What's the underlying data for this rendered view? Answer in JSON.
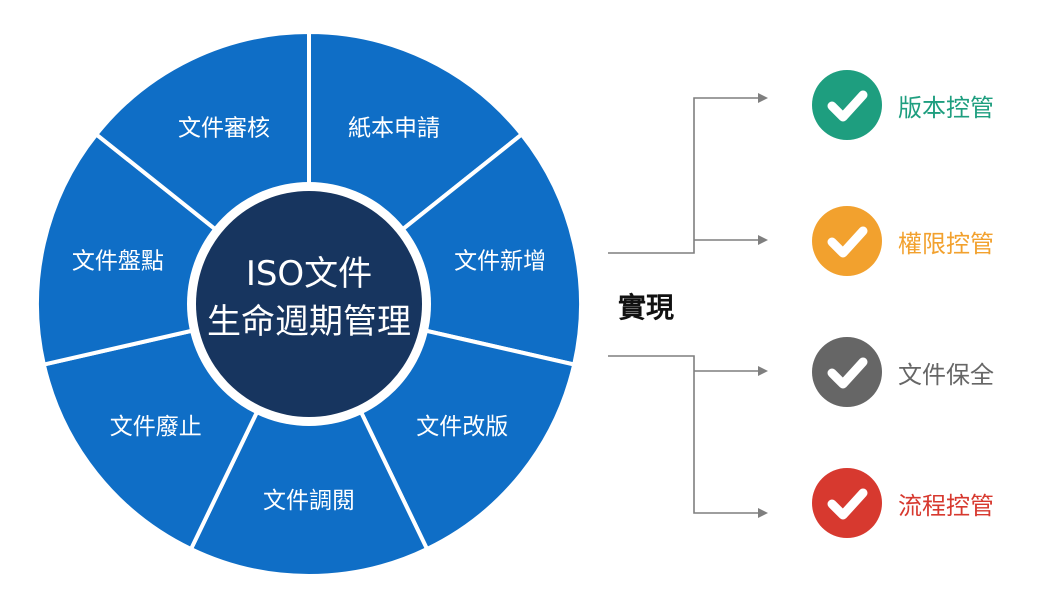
{
  "colors": {
    "segment": "#0f6ec6",
    "center": "#17355f",
    "connector": "#7f7f7f",
    "white": "#ffffff"
  },
  "center": {
    "line1": "ISO文件",
    "line2": "生命週期管理"
  },
  "segments": [
    {
      "label": "紙本申請",
      "name": "segment-paper-application"
    },
    {
      "label": "文件新增",
      "name": "segment-document-add"
    },
    {
      "label": "文件改版",
      "name": "segment-document-revision"
    },
    {
      "label": "文件調閱",
      "name": "segment-document-access"
    },
    {
      "label": "文件廢止",
      "name": "segment-document-abolish"
    },
    {
      "label": "文件盤點",
      "name": "segment-document-inventory"
    },
    {
      "label": "文件審核",
      "name": "segment-document-review"
    }
  ],
  "realize_label": "實現",
  "outcomes": [
    {
      "label": "版本控管",
      "color": "#1e9e7f",
      "icon": "check-icon",
      "name": "outcome-version-control"
    },
    {
      "label": "權限控管",
      "color": "#f2a12e",
      "icon": "check-icon",
      "name": "outcome-permission-control"
    },
    {
      "label": "文件保全",
      "color": "#666666",
      "icon": "check-icon",
      "name": "outcome-document-security"
    },
    {
      "label": "流程控管",
      "color": "#d7392f",
      "icon": "check-icon",
      "name": "outcome-process-control"
    }
  ]
}
